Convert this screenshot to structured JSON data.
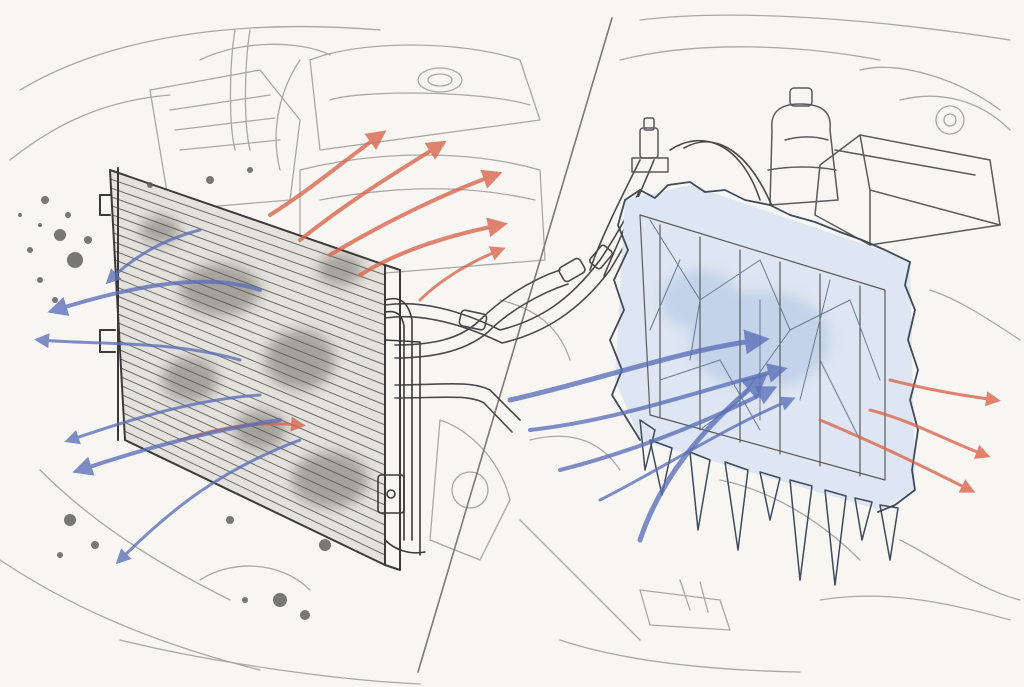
{
  "palette": {
    "paper": "#f7f6f2",
    "pencil": "#4a4a4a",
    "pencil_light": "#9a9a9a",
    "hot_air": "#d9644a",
    "cold_air": "#5b6fb8",
    "ice_tint": "#cfdcef",
    "grime": "#5a5650"
  },
  "panels": [
    {
      "id": "left",
      "subject": "dirty-condenser"
    },
    {
      "id": "right",
      "subject": "frozen-evaporator"
    }
  ],
  "icons": [
    "dirt-particle-icon",
    "icicle-icon",
    "airflow-arrow-icon"
  ]
}
